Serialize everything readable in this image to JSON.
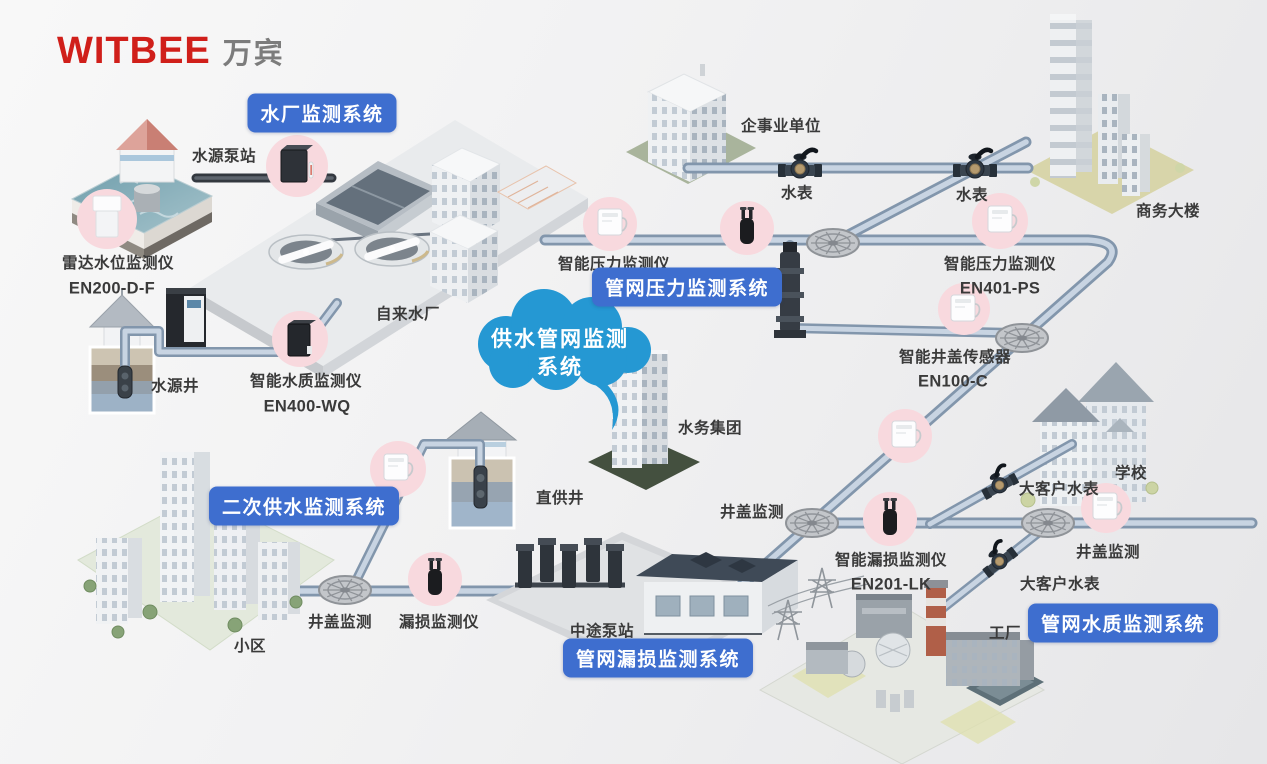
{
  "logo": {
    "brand": "WITBEE",
    "brand_cn": "万宾"
  },
  "colors": {
    "logo_red": "#d01f1a",
    "accent_blue_pill": "#3e6ecf",
    "cloud_blue": "#2598d3",
    "pink_badge": "#f8d9de",
    "pipe_outer": "#8296ac",
    "pipe_inner": "#c8d4e2"
  },
  "cloud": {
    "line1": "供水管网监测",
    "line2": "系统"
  },
  "system_labels": [
    {
      "text": "水厂监测系统"
    },
    {
      "text": "管网压力监测系统"
    },
    {
      "text": "二次供水监测系统"
    },
    {
      "text": "管网漏损监测系统"
    },
    {
      "text": "管网水质监测系统"
    }
  ],
  "scene_labels": [
    {
      "text": "水源泵站"
    },
    {
      "text": "雷达水位监测仪"
    },
    {
      "text": "EN200-D-F"
    },
    {
      "text": "水源井"
    },
    {
      "text": "智能水质监测仪"
    },
    {
      "text": "EN400-WQ"
    },
    {
      "text": "自来水厂"
    },
    {
      "text": "企事业单位"
    },
    {
      "text": "水表"
    },
    {
      "text": "水表"
    },
    {
      "text": "商务大楼"
    },
    {
      "text": "智能压力监测仪"
    },
    {
      "text": "智能压力监测仪"
    },
    {
      "text": "EN401-PS"
    },
    {
      "text": "智能井盖传感器"
    },
    {
      "text": "EN100-C"
    },
    {
      "text": "水务集团"
    },
    {
      "text": "直供井"
    },
    {
      "text": "井盖监测"
    },
    {
      "text": "漏损监测仪"
    },
    {
      "text": "小区"
    },
    {
      "text": "中途泵站"
    },
    {
      "text": "井盖监测"
    },
    {
      "text": "智能漏损监测仪"
    },
    {
      "text": "EN201-LK"
    },
    {
      "text": "学校"
    },
    {
      "text": "大客户水表"
    },
    {
      "text": "井盖监测"
    },
    {
      "text": "大客户水表"
    },
    {
      "text": "工厂"
    }
  ],
  "icons": {
    "white-monitor-device": "rounded white box with side antenna",
    "black-probe-sensor": "black cylindrical probe with two antennas",
    "black-cabinet-device": "dark box with thermometer probe",
    "radar-level-device": "stacked white boxes",
    "manhole-cover": "gray spoked ellipse",
    "water-meter": "dark flanged valve with brass dial"
  }
}
